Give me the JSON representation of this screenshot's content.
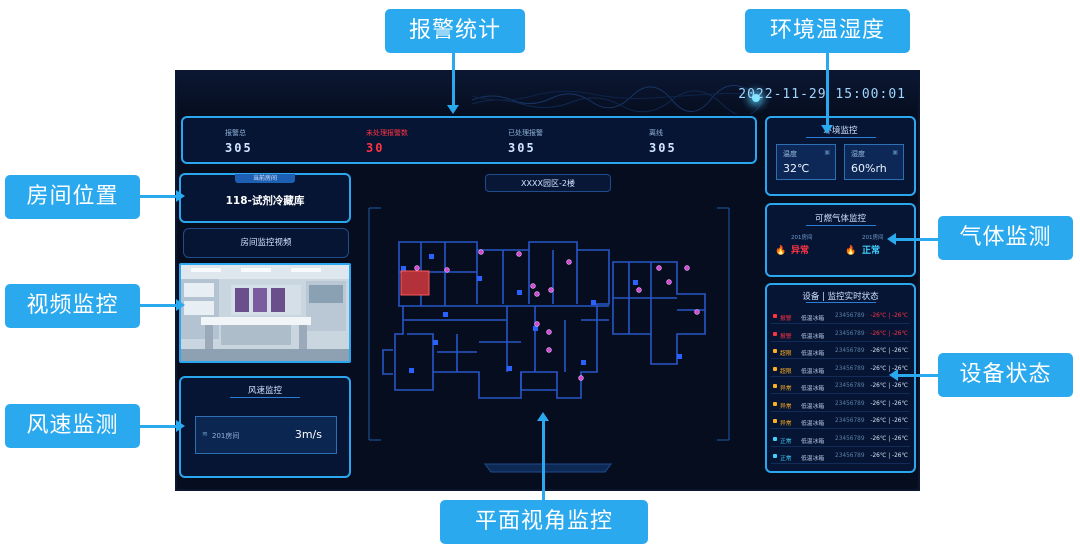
{
  "datetime": "2022-11-29   15:00:01",
  "callouts": {
    "alarm_stats": "报警统计",
    "env_temp_humidity": "环境温湿度",
    "room_location": "房间位置",
    "gas_monitoring": "气体监测",
    "video_monitoring": "视频监控",
    "device_status": "设备状态",
    "wind_monitoring": "风速监测",
    "plan_view_monitoring": "平面视角监控"
  },
  "alarm": {
    "total_label": "报警总",
    "total_value": "305",
    "unhandled_label": "未处理报警数",
    "unhandled_value": "30",
    "handled_label": "已处理报警",
    "handled_value": "305",
    "offline_label": "离线",
    "offline_value": "305"
  },
  "env": {
    "title": "环境监控",
    "temp_label": "温度",
    "temp_value": "32℃",
    "humidity_label": "湿度",
    "humidity_value": "60%rh"
  },
  "gas": {
    "title": "可燃气体监控",
    "left_label": "201房间",
    "left_value": "异常",
    "right_label": "201房间",
    "right_value": "正常"
  },
  "room": {
    "tag": "当前房间",
    "name": "118-试剂冷藏库"
  },
  "video": {
    "title": "房间监控视频"
  },
  "wind": {
    "title": "风速监控",
    "room": "201房间",
    "value": "3m/s"
  },
  "map": {
    "title": "XXXX园区-2楼"
  },
  "devices": {
    "title": "设备 | 监控实时状态",
    "rows": [
      {
        "status": "报警",
        "name": "低温冰箱",
        "code": "23456789",
        "temp": "-26℃ | -26℃"
      },
      {
        "status": "报警",
        "name": "低温冰箱",
        "code": "23456789",
        "temp": "-26℃ | -26℃"
      },
      {
        "status": "超限",
        "name": "低温冰箱",
        "code": "23456789",
        "temp": "-26℃ | -26℃"
      },
      {
        "status": "超限",
        "name": "低温冰箱",
        "code": "23456789",
        "temp": "-26℃ | -26℃"
      },
      {
        "status": "异常",
        "name": "低温冰箱",
        "code": "23456789",
        "temp": "-26℃ | -26℃"
      },
      {
        "status": "异常",
        "name": "低温冰箱",
        "code": "23456789",
        "temp": "-26℃ | -26℃"
      },
      {
        "status": "异常",
        "name": "低温冰箱",
        "code": "23456789",
        "temp": "-26℃ | -26℃"
      },
      {
        "status": "正常",
        "name": "低温冰箱",
        "code": "23456789",
        "temp": "-26℃ | -26℃"
      },
      {
        "status": "正常",
        "name": "低温冰箱",
        "code": "23456789",
        "temp": "-26℃ | -26℃"
      }
    ]
  },
  "colors": {
    "accent": "#2aa9ee",
    "alarm": "#ff3344",
    "warning": "#ffb020",
    "ok": "#3fd1ff",
    "background": "#060d1f"
  }
}
